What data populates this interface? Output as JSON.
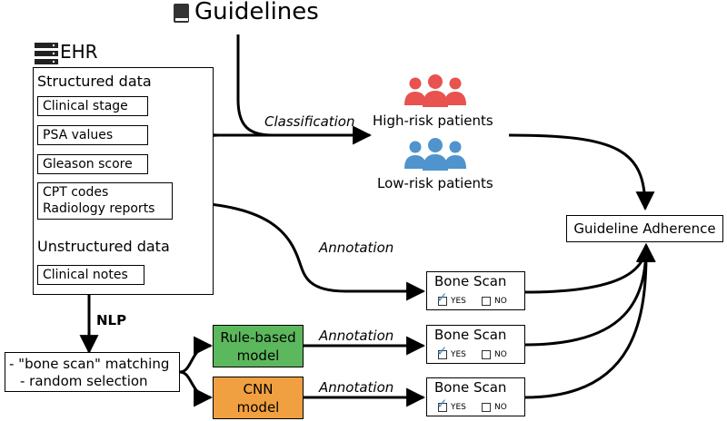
{
  "guidelines": {
    "title": "Guidelines",
    "icon": "book-icon"
  },
  "ehr": {
    "title": "EHR",
    "icon": "server-icon",
    "structured_heading": "Structured data",
    "unstructured_heading": "Unstructured data",
    "items": {
      "clinical_stage": "Clinical stage",
      "psa_values": "PSA values",
      "gleason_score": "Gleason score",
      "cpt_line1": "CPT codes",
      "cpt_line2": "Radiology reports",
      "clinical_notes": "Clinical notes"
    }
  },
  "classification": "Classification",
  "patients": {
    "high": "High-risk patients",
    "low": "Low-risk patients",
    "high_color": "#e8524f",
    "low_color": "#4f94cd",
    "icon": "users-icon"
  },
  "adherence": "Guideline Adherence",
  "annotation": "Annotation",
  "nlp": "NLP",
  "selection": {
    "line1": "- \"bone scan\" matching",
    "line2": "- random selection"
  },
  "models": {
    "rule_line1": "Rule-based",
    "rule_line2": "model",
    "rule_color": "#5cb85c",
    "cnn_line1": "CNN",
    "cnn_line2": "model",
    "cnn_color": "#f0a040"
  },
  "bone_scan": {
    "title": "Bone Scan",
    "yes": "YES",
    "no": "NO",
    "check_color": "#3a8fd0"
  }
}
